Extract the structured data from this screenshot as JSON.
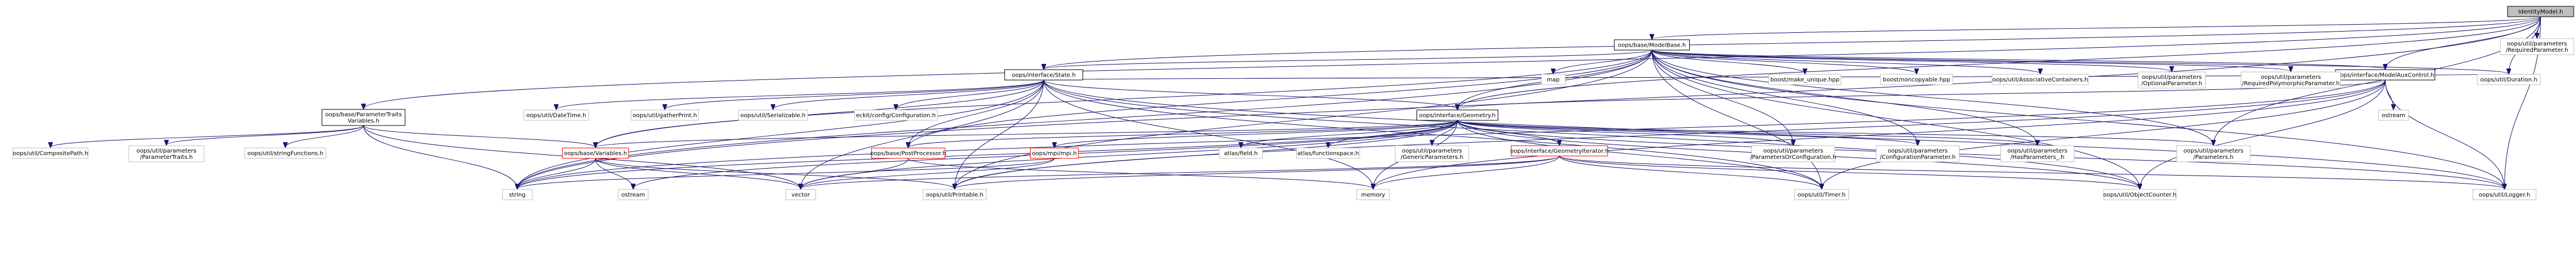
{
  "colors": {
    "edge": "#191970",
    "default_fill": "#ffffff",
    "default_stroke": "#000000",
    "external_stroke": "#bfbfbf",
    "external_text": "#000000",
    "red_stroke": "#ff0000",
    "root_fill": "#bfbfbf",
    "root_stroke": "#000000"
  },
  "nodes": [
    {
      "id": "identity",
      "lines": [
        "IdentityModel.h"
      ],
      "style": "root"
    },
    {
      "id": "modelbase",
      "lines": [
        "oops/base/ModelBase.h"
      ],
      "style": "normal"
    },
    {
      "id": "reqparam",
      "lines": [
        "oops/util/parameters",
        "/RequiredParameter.h"
      ],
      "style": "external"
    },
    {
      "id": "state",
      "lines": [
        "oops/interface/State.h"
      ],
      "style": "normal"
    },
    {
      "id": "modelaux",
      "lines": [
        "oops/interface/ModelAuxControl.h"
      ],
      "style": "normal"
    },
    {
      "id": "make_unique",
      "lines": [
        "boost/make_unique.hpp"
      ],
      "style": "external"
    },
    {
      "id": "noncopyable",
      "lines": [
        "boost/noncopyable.hpp"
      ],
      "style": "external"
    },
    {
      "id": "assoc",
      "lines": [
        "oops/util/AssociativeContainers.h"
      ],
      "style": "external"
    },
    {
      "id": "optparam",
      "lines": [
        "oops/util/parameters",
        "/OptionalParameter.h"
      ],
      "style": "external"
    },
    {
      "id": "reqpoly",
      "lines": [
        "oops/util/parameters",
        "/RequiredPolymorphicParameter.h"
      ],
      "style": "external"
    },
    {
      "id": "duration",
      "lines": [
        "oops/util/Duration.h"
      ],
      "style": "external"
    },
    {
      "id": "map",
      "lines": [
        "map"
      ],
      "style": "external"
    },
    {
      "id": "ptv",
      "lines": [
        "oops/base/ParameterTraits",
        "Variables.h"
      ],
      "style": "normal"
    },
    {
      "id": "datetime",
      "lines": [
        "oops/util/DateTime.h"
      ],
      "style": "external"
    },
    {
      "id": "gatherprint",
      "lines": [
        "oops/util/gatherPrint.h"
      ],
      "style": "external"
    },
    {
      "id": "serializable",
      "lines": [
        "oops/util/Serializable.h"
      ],
      "style": "external"
    },
    {
      "id": "eckit_config",
      "lines": [
        "eckit/config/Configuration.h"
      ],
      "style": "external"
    },
    {
      "id": "geometry",
      "lines": [
        "oops/interface/Geometry.h"
      ],
      "style": "normal"
    },
    {
      "id": "ostream",
      "lines": [
        "ostream"
      ],
      "style": "external"
    },
    {
      "id": "compositepath",
      "lines": [
        "oops/util/CompositePath.h"
      ],
      "style": "external"
    },
    {
      "id": "paramtraits",
      "lines": [
        "oops/util/parameters",
        "/ParameterTraits.h"
      ],
      "style": "external"
    },
    {
      "id": "stringfunctions",
      "lines": [
        "oops/util/stringFunctions.h"
      ],
      "style": "external"
    },
    {
      "id": "variables",
      "lines": [
        "oops/base/Variables.h"
      ],
      "style": "red"
    },
    {
      "id": "postprocessor",
      "lines": [
        "oops/base/PostProcessor.h"
      ],
      "style": "red"
    },
    {
      "id": "mpi",
      "lines": [
        "oops/mpi/mpi.h"
      ],
      "style": "red"
    },
    {
      "id": "atlas_field",
      "lines": [
        "atlas/field.h"
      ],
      "style": "external"
    },
    {
      "id": "atlas_fs",
      "lines": [
        "atlas/functionspace.h"
      ],
      "style": "external"
    },
    {
      "id": "genericparams",
      "lines": [
        "oops/util/parameters",
        "/GenericParameters.h"
      ],
      "style": "external"
    },
    {
      "id": "geomiter",
      "lines": [
        "oops/interface/GeometryIterator.h"
      ],
      "style": "red"
    },
    {
      "id": "paramsconfig",
      "lines": [
        "oops/util/parameters",
        "/ParametersOrConfiguration.h"
      ],
      "style": "external"
    },
    {
      "id": "configparam",
      "lines": [
        "oops/util/parameters",
        "/ConfigurationParameter.h"
      ],
      "style": "external"
    },
    {
      "id": "hasparams",
      "lines": [
        "oops/util/parameters",
        "/HasParameters_.h"
      ],
      "style": "external"
    },
    {
      "id": "parameters",
      "lines": [
        "oops/util/parameters",
        "/Parameters.h"
      ],
      "style": "external"
    },
    {
      "id": "string",
      "lines": [
        "string"
      ],
      "style": "external"
    },
    {
      "id": "ostream2",
      "lines": [
        "ostream"
      ],
      "style": "external"
    },
    {
      "id": "vector",
      "lines": [
        "vector"
      ],
      "style": "external"
    },
    {
      "id": "printable",
      "lines": [
        "oops/util/Printable.h"
      ],
      "style": "external"
    },
    {
      "id": "memory",
      "lines": [
        "memory"
      ],
      "style": "external"
    },
    {
      "id": "timer",
      "lines": [
        "oops/util/Timer.h"
      ],
      "style": "external"
    },
    {
      "id": "objectcounter",
      "lines": [
        "oops/util/ObjectCounter.h"
      ],
      "style": "external"
    },
    {
      "id": "logger",
      "lines": [
        "oops/util/Logger.h"
      ],
      "style": "external"
    }
  ],
  "edges": [
    [
      "identity",
      "modelbase"
    ],
    [
      "identity",
      "reqparam"
    ],
    [
      "identity",
      "state"
    ],
    [
      "identity",
      "modelaux"
    ],
    [
      "identity",
      "duration"
    ],
    [
      "identity",
      "ptv"
    ],
    [
      "identity",
      "geometry"
    ],
    [
      "identity",
      "string"
    ],
    [
      "identity",
      "parameters"
    ],
    [
      "identity",
      "logger"
    ],
    [
      "modelbase",
      "make_unique"
    ],
    [
      "modelbase",
      "noncopyable"
    ],
    [
      "modelbase",
      "assoc"
    ],
    [
      "modelbase",
      "optparam"
    ],
    [
      "modelbase",
      "reqpoly"
    ],
    [
      "modelbase",
      "duration"
    ],
    [
      "modelbase",
      "map"
    ],
    [
      "modelbase",
      "modelaux"
    ],
    [
      "modelbase",
      "state"
    ],
    [
      "modelbase",
      "geometry"
    ],
    [
      "modelbase",
      "variables"
    ],
    [
      "modelbase",
      "postprocessor"
    ],
    [
      "modelbase",
      "paramsconfig"
    ],
    [
      "modelbase",
      "configparam"
    ],
    [
      "modelbase",
      "hasparams"
    ],
    [
      "modelbase",
      "parameters"
    ],
    [
      "modelbase",
      "string"
    ],
    [
      "modelbase",
      "timer"
    ],
    [
      "modelbase",
      "objectcounter"
    ],
    [
      "modelbase",
      "printable"
    ],
    [
      "modelbase",
      "logger"
    ],
    [
      "state",
      "datetime"
    ],
    [
      "state",
      "gatherprint"
    ],
    [
      "state",
      "serializable"
    ],
    [
      "state",
      "eckit_config"
    ],
    [
      "state",
      "geometry"
    ],
    [
      "state",
      "variables"
    ],
    [
      "state",
      "postprocessor"
    ],
    [
      "state",
      "string"
    ],
    [
      "state",
      "vector"
    ],
    [
      "state",
      "printable"
    ],
    [
      "state",
      "memory"
    ],
    [
      "state",
      "timer"
    ],
    [
      "state",
      "objectcounter"
    ],
    [
      "state",
      "logger"
    ],
    [
      "state",
      "duration"
    ],
    [
      "modelaux",
      "ostream"
    ],
    [
      "modelaux",
      "geometry"
    ],
    [
      "modelaux",
      "string"
    ],
    [
      "modelaux",
      "memory"
    ],
    [
      "modelaux",
      "timer"
    ],
    [
      "modelaux",
      "objectcounter"
    ],
    [
      "modelaux",
      "printable"
    ],
    [
      "modelaux",
      "logger"
    ],
    [
      "ptv",
      "compositepath"
    ],
    [
      "ptv",
      "paramtraits"
    ],
    [
      "ptv",
      "stringfunctions"
    ],
    [
      "ptv",
      "variables"
    ],
    [
      "ptv",
      "string"
    ],
    [
      "ptv",
      "vector"
    ],
    [
      "geometry",
      "variables"
    ],
    [
      "geometry",
      "postprocessor"
    ],
    [
      "geometry",
      "mpi"
    ],
    [
      "geometry",
      "atlas_field"
    ],
    [
      "geometry",
      "atlas_fs"
    ],
    [
      "geometry",
      "genericparams"
    ],
    [
      "geometry",
      "geomiter"
    ],
    [
      "geometry",
      "paramsconfig"
    ],
    [
      "geometry",
      "configparam"
    ],
    [
      "geometry",
      "hasparams"
    ],
    [
      "geometry",
      "parameters"
    ],
    [
      "geometry",
      "string"
    ],
    [
      "geometry",
      "vector"
    ],
    [
      "geometry",
      "printable"
    ],
    [
      "geometry",
      "memory"
    ],
    [
      "geometry",
      "timer"
    ],
    [
      "geometry",
      "objectcounter"
    ],
    [
      "geometry",
      "logger"
    ],
    [
      "geometry",
      "ostream2"
    ],
    [
      "variables",
      "string"
    ],
    [
      "variables",
      "ostream2"
    ],
    [
      "variables",
      "vector"
    ],
    [
      "variables",
      "printable"
    ],
    [
      "postprocessor",
      "vector"
    ],
    [
      "postprocessor",
      "memory"
    ],
    [
      "mpi",
      "string"
    ],
    [
      "mpi",
      "vector"
    ],
    [
      "geomiter",
      "vector"
    ],
    [
      "geomiter",
      "printable"
    ],
    [
      "geomiter",
      "timer"
    ],
    [
      "geomiter",
      "objectcounter"
    ],
    [
      "geomiter",
      "logger"
    ],
    [
      "geomiter",
      "memory"
    ]
  ]
}
